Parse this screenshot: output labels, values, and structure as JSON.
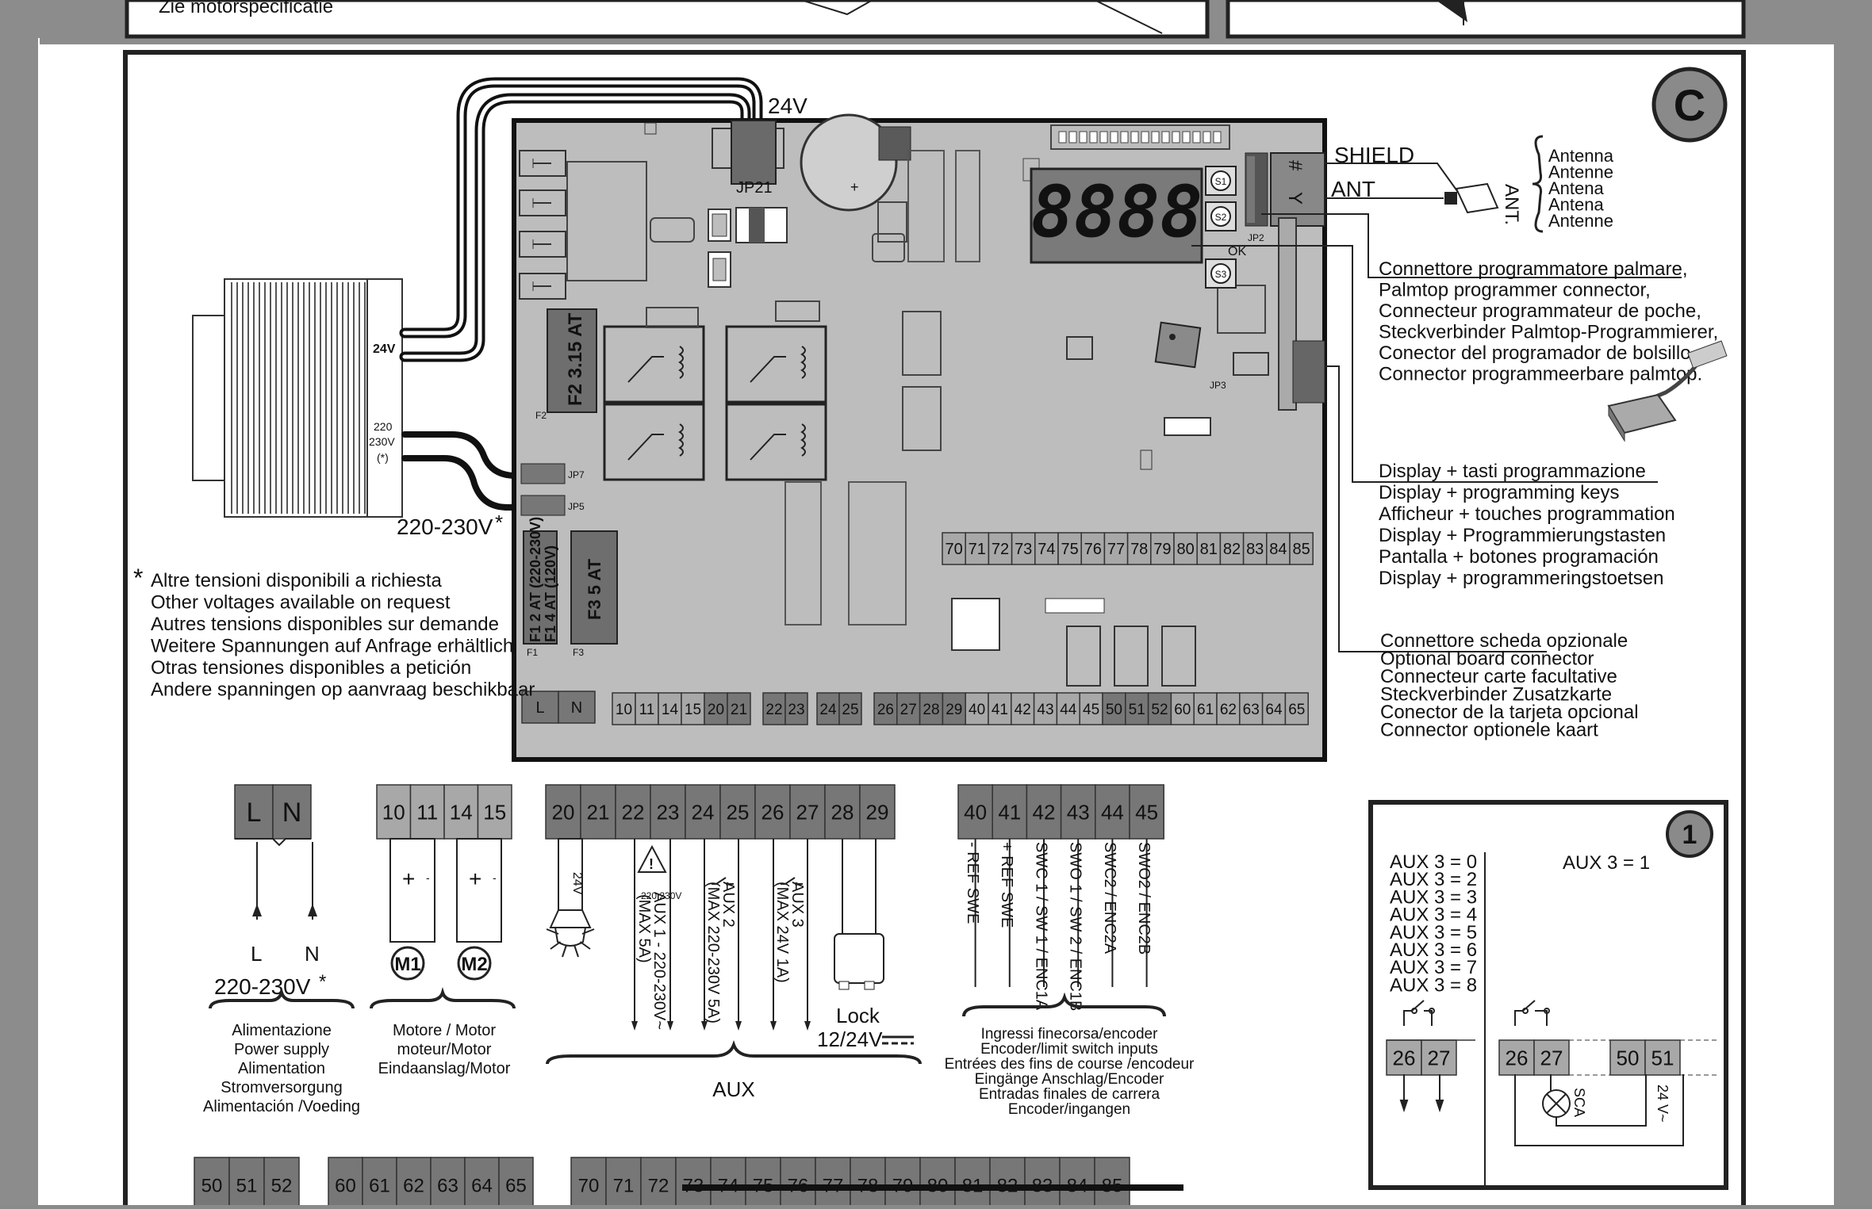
{
  "top_fragment": {
    "text": "Zie motorspecificatie"
  },
  "panel": {
    "badge": "C"
  },
  "board": {
    "jp21": "JP21",
    "v24_top": "24V",
    "display": "8888",
    "ok": "OK",
    "jp2": "JP2",
    "jp3": "JP3",
    "jp7": "JP7",
    "jp5": "JP5",
    "f2": "F2 3.15 AT",
    "f2_id": "F2",
    "f1_line1": "F1 2 AT (220-230V)",
    "f1_line2": "F1 4 AT (120V)",
    "f1_id": "F1",
    "f3": "F3 5 AT",
    "f3_id": "F3",
    "s1": "S1",
    "s2": "S2",
    "s3": "S3",
    "top_terminals": [
      "70",
      "71",
      "72",
      "73",
      "74",
      "75",
      "76",
      "77",
      "78",
      "79",
      "80",
      "81",
      "82",
      "83",
      "84",
      "85"
    ],
    "bottom_terminals": [
      "L",
      "N",
      "10",
      "11",
      "14",
      "15",
      "20",
      "21",
      "22",
      "23",
      "24",
      "25",
      "26",
      "27",
      "28",
      "29",
      "40",
      "41",
      "42",
      "43",
      "44",
      "45",
      "50",
      "51",
      "52",
      "60",
      "61",
      "62",
      "63",
      "64",
      "65"
    ]
  },
  "transformer": {
    "v24": "24V",
    "v220": "220",
    "v230": "230V",
    "star": "(*)",
    "mains": "220-230V"
  },
  "antenna": {
    "shield": "SHIELD",
    "ant": "ANT",
    "ant_vertical": "ANT.",
    "labels": [
      "Antenna",
      "Antenne",
      "Antena",
      "Antena",
      "Antenne"
    ]
  },
  "callouts": {
    "palmtop": [
      "Connettore programmatore palmare,",
      "Palmtop programmer connector,",
      "Connecteur programmateur de poche,",
      "Steckverbinder Palmtop-Programmierer,",
      "Conector del programador de bolsillo,",
      "Connector programmeerbare palmtop."
    ],
    "display": [
      "Display + tasti programmazione",
      "Display + programming keys",
      "Afficheur + touches programmation",
      "Display + Programmierungstasten",
      "Pantalla + botones programación",
      "Display + programmeringstoetsen"
    ],
    "optional": [
      "Connettore scheda opzionale",
      "Optional board connector",
      "Connecteur carte facultative",
      "Steckverbinder Zusatzkarte",
      "Conector de la tarjeta opcional",
      "Connector optionele kaart"
    ],
    "voltages": [
      "Altre tensioni disponibili a richiesta",
      "Other voltages available on request",
      "Autres tensions disponibles sur demande",
      "Weitere Spannungen auf Anfrage erhältlich",
      "Otras tensiones disponibles a petición",
      "Andere spanningen op aanvraag beschikbaar"
    ]
  },
  "wiring": {
    "supply": {
      "L": "L",
      "N": "N",
      "voltage": "220-230V",
      "labels": [
        "Alimentazione",
        "Power supply",
        "Alimentation",
        "Stromversorgung",
        "Alimentación /Voeding"
      ]
    },
    "motor": {
      "terminals": [
        "10",
        "11",
        "14",
        "15"
      ],
      "m1": "M1",
      "m2": "M2",
      "plus": "+",
      "minus": "-",
      "labels": [
        "Motore / Motor",
        "moteur/Motor",
        "Eindaanslag/Motor"
      ]
    },
    "aux": {
      "terminals": [
        "20",
        "21",
        "22",
        "23",
        "24",
        "25",
        "26",
        "27",
        "28",
        "29"
      ],
      "lamp_v": "24V",
      "aux1": "AUX 1 - 220-230V~",
      "aux1_max": "(MAX 5A)",
      "aux1_v": "220 230V",
      "aux2": "AUX 2",
      "aux2_max": "(MAX 220-230V 5A)",
      "aux3": "AUX 3",
      "aux3_max": "(MAX 24V 1A)",
      "lock": "Lock",
      "lock_v": "12/24V",
      "label": "AUX"
    },
    "inputs": {
      "terminals": [
        "40",
        "41",
        "42",
        "43",
        "44",
        "45"
      ],
      "signals": [
        "- REF SWE",
        "+ REF SWE",
        "SWC 1 / SW 1 / ENC1A",
        "SWO 1 / SW 2 / ENC1B",
        "SWC2 / ENC2A",
        "SWO2 / ENC2B"
      ],
      "labels": [
        "Ingressi finecorsa/encoder",
        "Encoder/limit switch inputs",
        "Entrées des fins de course /encodeur",
        "Eingänge Anschlag/Encoder",
        "Entradas finales de carrera",
        "Encoder/ingangen"
      ]
    },
    "detail": {
      "badge": "1",
      "left_list": [
        "AUX 3 = 0",
        "AUX 3 = 2",
        "AUX 3 = 3",
        "AUX 3 = 4",
        "AUX 3 = 5",
        "AUX 3 = 6",
        "AUX 3 = 7",
        "AUX 3 = 8"
      ],
      "right_title": "AUX 3 = 1",
      "left_terminals": [
        "26",
        "27"
      ],
      "right_terminals": [
        "26",
        "27",
        "50",
        "51"
      ],
      "sca": "SCA",
      "v24": "24 V~"
    },
    "bottom_row": {
      "group1": [
        "50",
        "51",
        "52"
      ],
      "group2": [
        "60",
        "61",
        "62",
        "63",
        "64",
        "65"
      ],
      "group3": [
        "70",
        "71",
        "72",
        "73",
        "74",
        "75",
        "76",
        "77",
        "78",
        "79",
        "80",
        "81",
        "82",
        "83",
        "84",
        "85"
      ]
    }
  }
}
